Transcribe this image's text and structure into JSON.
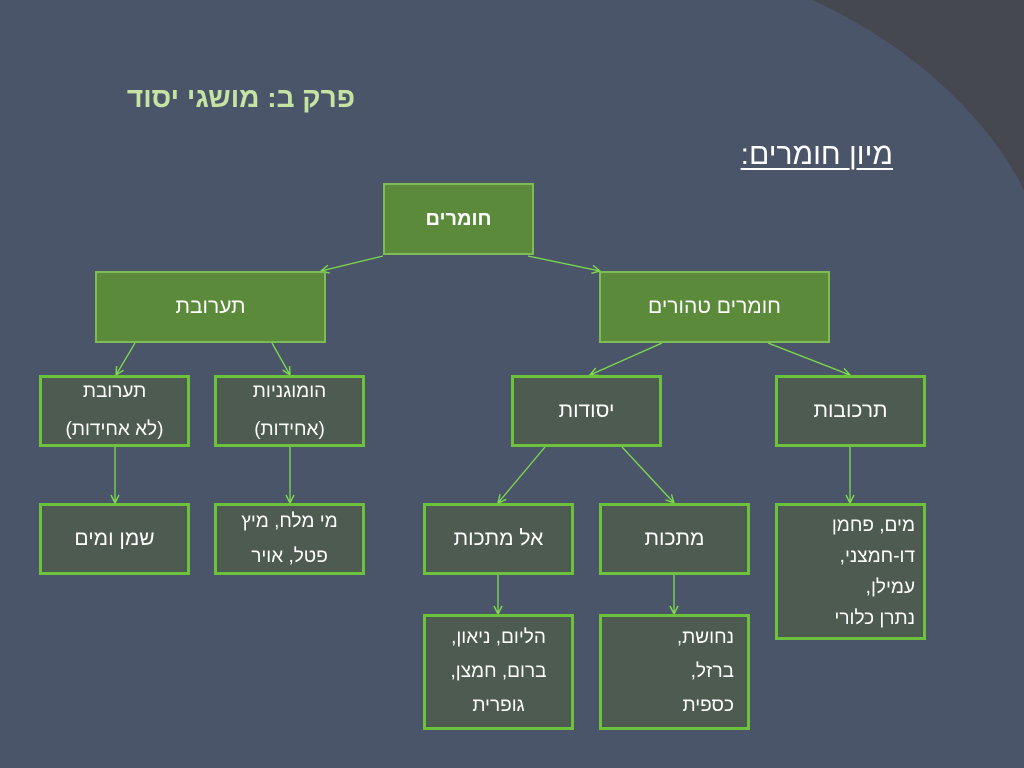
{
  "slide": {
    "title": "פרק ב: מושגי יסוד",
    "subtitle": "מיון חומרים:"
  },
  "diagram": {
    "root": "חומרים",
    "mixture": "תערובת",
    "pure_substances": "חומרים טהורים",
    "heterogeneous": [
      "תערובת",
      "(לא אחידות)"
    ],
    "homogeneous": [
      "הומוגניות",
      "(אחידות)"
    ],
    "elements": "יסודות",
    "compounds": "תרכובות",
    "heterogeneous_example": "שמן ומים",
    "homogeneous_examples": [
      "מי מלח, מיץ",
      "פטל, אויר"
    ],
    "nonmetals": "אל מתכות",
    "metals": "מתכות",
    "compound_examples": [
      "מים, פחמן",
      "דו-חמצני,",
      "עמילן,",
      "נתרן כלורי"
    ],
    "nonmetal_examples": [
      "הליום, ניאון,",
      "ברום, חמצן,",
      "גופרית"
    ],
    "metal_examples": [
      "נחושת,",
      "ברזל,",
      "כספית"
    ]
  },
  "colors": {
    "background": "#4b5569",
    "corner": "#45484e",
    "title": "#c5e3a2",
    "text": "#ffffff",
    "node_fill_primary": "#5a8a3a",
    "node_border_primary": "#7dbb55",
    "node_fill_secondary": "#4e5b50",
    "node_border_secondary": "#6cc23c",
    "connector": "#7ddb4d"
  }
}
